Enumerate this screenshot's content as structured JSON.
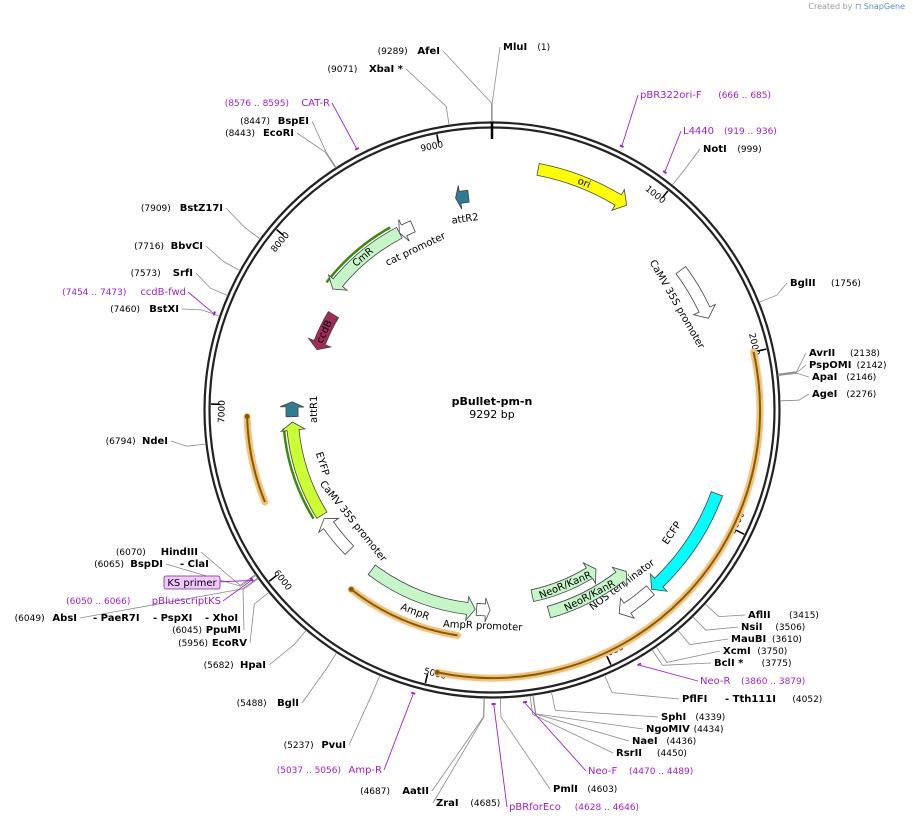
{
  "credit": {
    "prefix": "Created by",
    "brand": "SnapGene"
  },
  "plasmid": {
    "name": "pBullet-pm-n",
    "length_label": "9292 bp",
    "length": 9292
  },
  "ticks": [
    {
      "bp": 1000,
      "label": "1000"
    },
    {
      "bp": 2000,
      "label": "2000"
    },
    {
      "bp": 3000,
      "label": "3000"
    },
    {
      "bp": 4000,
      "label": "4000"
    },
    {
      "bp": 5000,
      "label": "5000"
    },
    {
      "bp": 6000,
      "label": "6000"
    },
    {
      "bp": 7000,
      "label": "7000"
    },
    {
      "bp": 8000,
      "label": "8000"
    },
    {
      "bp": 9000,
      "label": "9000"
    }
  ],
  "features": [
    {
      "id": "ori",
      "label": "ori",
      "start": 280,
      "end": 860,
      "dir": 1,
      "color": "#ffff00",
      "highlight": false,
      "label_pos": "inside"
    },
    {
      "id": "camv35s-1",
      "label": "CaMV 35S promoter",
      "start": 1380,
      "end": 1730,
      "dir": 1,
      "color": "#ffffff",
      "highlight": false,
      "label_pos": "inner"
    },
    {
      "id": "ecfp",
      "label": "ECFP",
      "start": 2850,
      "end": 3570,
      "dir": 1,
      "color": "#00ffff",
      "highlight": false,
      "label_pos": "inner"
    },
    {
      "id": "nos-term",
      "label": "NOS terminator",
      "start": 3580,
      "end": 3820,
      "dir": 1,
      "color": "#ffffff",
      "highlight": false,
      "label_pos": "inner"
    },
    {
      "id": "neor-1",
      "label": "NeoR/KanR",
      "start": 3790,
      "end": 4330,
      "dir": -1,
      "color": "#c6f5c8",
      "highlight": false,
      "label_pos": "inside"
    },
    {
      "id": "neor-2",
      "label": "NeoR/KanR",
      "start": 3620,
      "end": 4240,
      "dir": -1,
      "color": "#c6f5c8",
      "highlight": false,
      "label_pos": "inside"
    },
    {
      "id": "ampr",
      "label": "AmpR",
      "start": 4770,
      "end": 5600,
      "dir": -1,
      "color": "#c6f5c8",
      "highlight": false,
      "label_pos": "above"
    },
    {
      "id": "ampr-prom",
      "label": "AmpR promoter",
      "start": 4660,
      "end": 4760,
      "dir": -1,
      "color": "#ffffff",
      "highlight": false,
      "label_pos": "above"
    },
    {
      "id": "camv35s-2",
      "label": "CaMV 35S promoter",
      "start": 5820,
      "end": 6120,
      "dir": 1,
      "color": "#ffffff",
      "highlight": false,
      "label_pos": "inner"
    },
    {
      "id": "eyfp",
      "label": "EYFP",
      "start": 6150,
      "end": 6880,
      "dir": 1,
      "color": "#ccff33",
      "highlight": true,
      "label_pos": "inner"
    },
    {
      "id": "attr1",
      "label": "attR1",
      "start": 6920,
      "end": 7030,
      "dir": 1,
      "color": "#2e7d95",
      "highlight": false,
      "label_pos": "inner"
    },
    {
      "id": "ccdb",
      "label": "ccdB",
      "start": 7460,
      "end": 7770,
      "dir": -1,
      "color": "#9e2b5a",
      "highlight": false,
      "label_pos": "inside"
    },
    {
      "id": "cmr",
      "label": "CmR",
      "start": 7930,
      "end": 8580,
      "dir": -1,
      "color": "#c6f5c8",
      "highlight": true,
      "label_pos": "inside"
    },
    {
      "id": "cat-prom",
      "label": "cat promoter",
      "start": 8580,
      "end": 8690,
      "dir": -1,
      "color": "#ffffff",
      "highlight": false,
      "label_pos": "inner"
    },
    {
      "id": "attr2",
      "label": "attR2",
      "start": 9040,
      "end": 9130,
      "dir": -1,
      "color": "#2e7d95",
      "highlight": false,
      "label_pos": "inner"
    }
  ],
  "outer_arcs": [
    {
      "start": 2000,
      "end": 4950
    },
    {
      "start": 4870,
      "end": 5630
    },
    {
      "start": 6400,
      "end": 6930
    }
  ],
  "sites": [
    {
      "name": "MluI",
      "pos": "(1)",
      "bp": 1
    },
    {
      "name": "NotI",
      "pos": "(999)",
      "bp": 999
    },
    {
      "name": "BglII",
      "pos": "(1756)",
      "bp": 1756
    },
    {
      "name": "AvrII",
      "pos": "(2138)",
      "bp": 2138
    },
    {
      "name": "PspOMI",
      "pos": "(2142)",
      "bp": 2142
    },
    {
      "name": "ApaI",
      "pos": "(2146)",
      "bp": 2146
    },
    {
      "name": "AgeI",
      "pos": "(2276)",
      "bp": 2276
    },
    {
      "name": "AflII",
      "pos": "(3415)",
      "bp": 3415
    },
    {
      "name": "NsiI",
      "pos": "(3506)",
      "bp": 3506
    },
    {
      "name": "MauBI",
      "pos": "(3610)",
      "bp": 3610
    },
    {
      "name": "XcmI",
      "pos": "(3750)",
      "bp": 3750
    },
    {
      "name": "BclI *",
      "pos": "(3775)",
      "bp": 3775
    },
    {
      "name": "PflFI",
      "pos": "",
      "bp": 4052
    },
    {
      "name": "Tth111I",
      "pos": "(4052)",
      "bp": 4052
    },
    {
      "name": "SphI",
      "pos": "(4339)",
      "bp": 4339
    },
    {
      "name": "NgoMIV",
      "pos": "(4434)",
      "bp": 4434
    },
    {
      "name": "NaeI",
      "pos": "(4436)",
      "bp": 4436
    },
    {
      "name": "RsrII",
      "pos": "(4450)",
      "bp": 4450
    },
    {
      "name": "PmlI",
      "pos": "(4603)",
      "bp": 4603
    },
    {
      "name": "AatII",
      "pos": "(4687)",
      "bp": 4687
    },
    {
      "name": "ZraI",
      "pos": "(4685)",
      "bp": 4685
    },
    {
      "name": "PvuI",
      "pos": "(5237)",
      "bp": 5237
    },
    {
      "name": "BglI",
      "pos": "(5488)",
      "bp": 5488
    },
    {
      "name": "HpaI",
      "pos": "(5682)",
      "bp": 5682
    },
    {
      "name": "EcoRV",
      "pos": "(5956)",
      "bp": 5956
    },
    {
      "name": "PpuMI",
      "pos": "(6045)",
      "bp": 6045
    },
    {
      "name": "AbsI",
      "pos": "(6049)",
      "bp": 6049
    },
    {
      "name": "PaeR7I",
      "pos": "",
      "bp": 6049
    },
    {
      "name": "PspXI",
      "pos": "",
      "bp": 6049
    },
    {
      "name": "XhoI",
      "pos": "",
      "bp": 6049
    },
    {
      "name": "BspDI",
      "pos": "(6065)",
      "bp": 6065
    },
    {
      "name": "ClaI",
      "pos": "",
      "bp": 6065
    },
    {
      "name": "HindIII",
      "pos": "(6070)",
      "bp": 6070
    },
    {
      "name": "NdeI",
      "pos": "(6794)",
      "bp": 6794
    },
    {
      "name": "BstXI",
      "pos": "(7460)",
      "bp": 7460
    },
    {
      "name": "SrfI",
      "pos": "(7573)",
      "bp": 7573
    },
    {
      "name": "BbvCI",
      "pos": "(7716)",
      "bp": 7716
    },
    {
      "name": "BstZ17I",
      "pos": "(7909)",
      "bp": 7909
    },
    {
      "name": "EcoRI",
      "pos": "(8443)",
      "bp": 8443
    },
    {
      "name": "BspEI",
      "pos": "(8447)",
      "bp": 8447
    },
    {
      "name": "XbaI *",
      "pos": "(9071)",
      "bp": 9071
    },
    {
      "name": "AfeI",
      "pos": "(9289)",
      "bp": 9289
    }
  ],
  "primers": [
    {
      "name": "pBR322ori-F",
      "range": "(666 .. 685)",
      "start": 666,
      "end": 685
    },
    {
      "name": "L4440",
      "range": "(919 .. 936)",
      "start": 919,
      "end": 936
    },
    {
      "name": "Neo-R",
      "range": "(3860 .. 3879)",
      "start": 3860,
      "end": 3879
    },
    {
      "name": "Neo-F",
      "range": "(4470 .. 4489)",
      "start": 4470,
      "end": 4489
    },
    {
      "name": "pBRforEco",
      "range": "(4628 .. 4646)",
      "start": 4628,
      "end": 4646
    },
    {
      "name": "Amp-R",
      "range": "(5037 .. 5056)",
      "start": 5037,
      "end": 5056
    },
    {
      "name": "pBluescriptKS",
      "range": "(6050 .. 6066)",
      "start": 6050,
      "end": 6066
    },
    {
      "name": "KS primer",
      "range": "",
      "start": 6050,
      "end": 6066,
      "boxed": true
    },
    {
      "name": "ccdB-fwd",
      "range": "(7454 .. 7473)",
      "start": 7454,
      "end": 7473
    },
    {
      "name": "CAT-R",
      "range": "(8576 .. 8595)",
      "start": 8576,
      "end": 8595
    }
  ]
}
